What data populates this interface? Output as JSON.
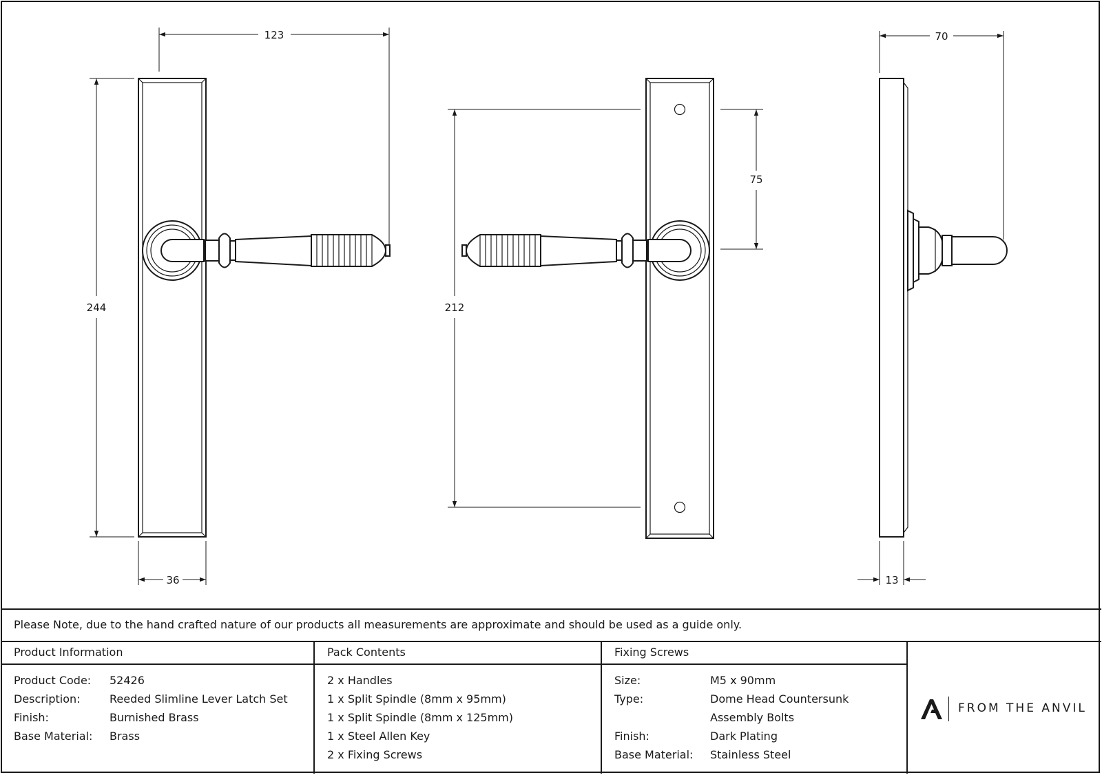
{
  "dimensions": {
    "width_front": "123",
    "height_total": "244",
    "plate_width": "36",
    "fixing_centres": "212",
    "handle_offset": "75",
    "projection": "70",
    "plate_depth": "13"
  },
  "note": "Please Note, due to the hand crafted nature of our products all measurements are approximate and should be used as a guide only.",
  "product_info": {
    "header": "Product Information",
    "rows": [
      {
        "label": "Product Code:",
        "value": "52426"
      },
      {
        "label": "Description:",
        "value": "Reeded Slimline Lever Latch Set"
      },
      {
        "label": "Finish:",
        "value": "Burnished Brass"
      },
      {
        "label": "Base Material:",
        "value": "Brass"
      }
    ]
  },
  "pack_contents": {
    "header": "Pack Contents",
    "items": [
      "2 x Handles",
      "1 x Split Spindle (8mm x 95mm)",
      "1 x Split Spindle (8mm x 125mm)",
      "1 x Steel Allen Key",
      "2 x Fixing Screws"
    ]
  },
  "fixing_screws": {
    "header": "Fixing Screws",
    "rows": [
      {
        "label": "Size:",
        "value": "M5 x 90mm"
      },
      {
        "label": "Type:",
        "value": "Dome Head Countersunk"
      },
      {
        "label": "",
        "value": "Assembly Bolts"
      },
      {
        "label": "Finish:",
        "value": "Dark Plating"
      },
      {
        "label": "Base Material:",
        "value": "Stainless Steel"
      }
    ]
  },
  "brand": {
    "name": "FROM THE ANVIL",
    "logo_icon": "anvil-a-logo-icon"
  },
  "colors": {
    "ink": "#1a1a1a",
    "background": "#ffffff"
  }
}
